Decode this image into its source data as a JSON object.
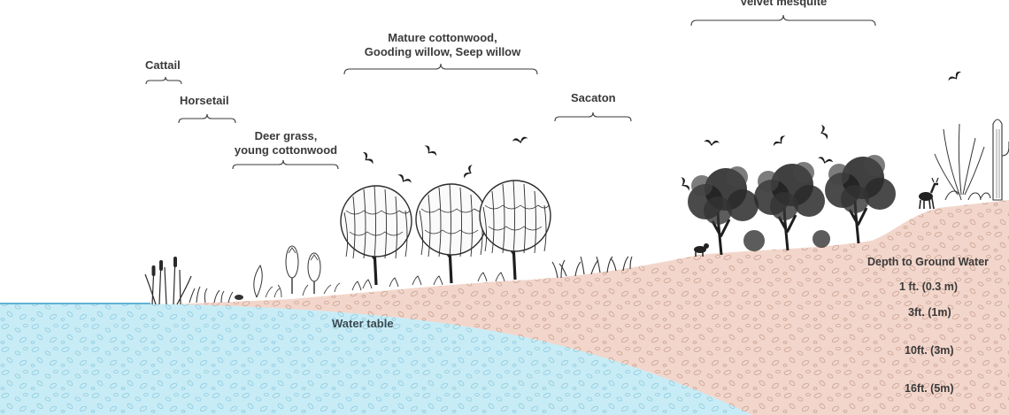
{
  "labels": {
    "cattail": "Cattail",
    "horsetail": "Horsetail",
    "deer_grass_line1": "Deer grass,",
    "deer_grass_line2": "young cottonwood",
    "mature_line1": "Mature cottonwood,",
    "mature_line2": "Gooding willow, Seep willow",
    "sacaton": "Sacaton",
    "velvet_mesquite": "Velvet mesquite",
    "water_table": "Water table"
  },
  "depth": {
    "title": "Depth to Ground Water",
    "levels": [
      "1 ft. (0.3 m)",
      "3ft. (1m)",
      "10ft. (3m)",
      "16ft. (5m)"
    ]
  },
  "colors": {
    "water": "#c8ecf6",
    "water_pebble": "#8fcbe0",
    "soil": "#f3d6cb",
    "soil_pebble": "#c9a494",
    "ink": "#2a2a2a",
    "label": "#3a3a3a"
  },
  "icons": [
    "bird-icon",
    "deer-icon",
    "cat-icon",
    "tree-icon",
    "cactus-icon"
  ]
}
